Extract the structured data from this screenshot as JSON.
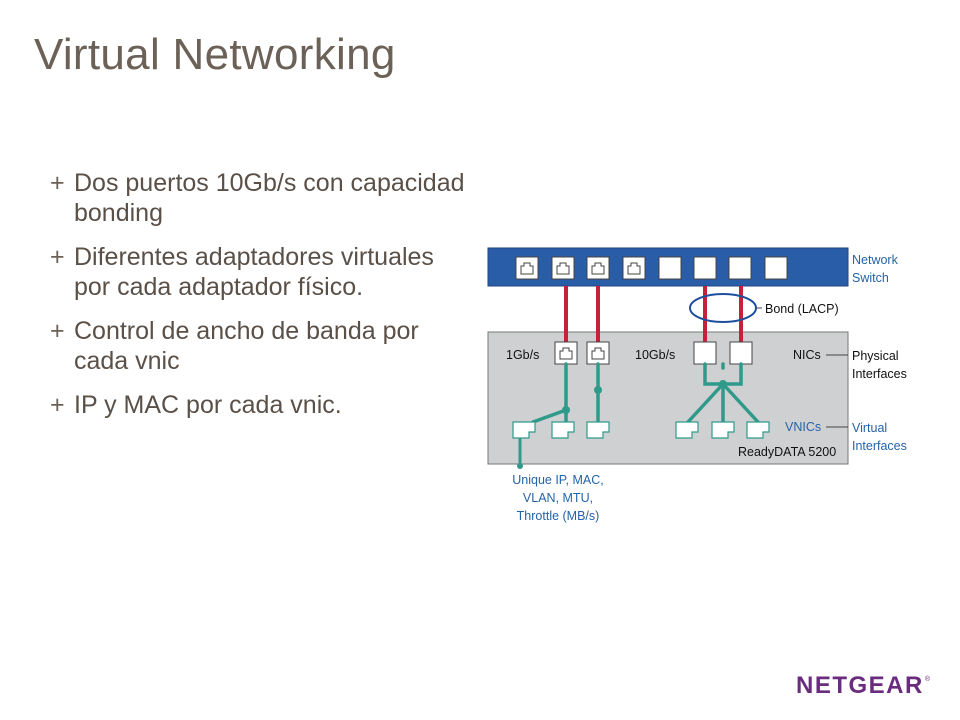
{
  "slide": {
    "title": "Virtual Networking",
    "bullets": [
      {
        "marker": "+",
        "text": "Dos puertos 10Gb/s con capacidad bonding"
      },
      {
        "marker": "+",
        "text": "Diferentes adaptadores virtuales por cada adaptador físico."
      },
      {
        "marker": "+",
        "text": "Control de ancho de banda por cada vnic"
      },
      {
        "marker": "+",
        "text": "IP y MAC por cada vnic."
      }
    ]
  },
  "diagram": {
    "switch_label_1": "Network",
    "switch_label_2": "Switch",
    "bond_label": "Bond (LACP)",
    "port_1g_label": "1Gb/s",
    "port_10g_label": "10Gb/s",
    "nics_label": "NICs",
    "vnics_label": "VNICs",
    "physical_label_1": "Physical",
    "physical_label_2": "Interfaces",
    "virtual_label_1": "Virtual",
    "virtual_label_2": "Interfaces",
    "device_label": "ReadyDATA 5200",
    "vnic_info_1": "Unique IP, MAC,",
    "vnic_info_2": "VLAN, MTU,",
    "vnic_info_3": "Throttle (MB/s)"
  },
  "logo": {
    "text": "NETGEAR",
    "mark": "®"
  },
  "colors": {
    "title": "#6b6157",
    "switch": "#2a5da8",
    "cable": "#c8203a",
    "vnic_link": "#2f9a8a",
    "label_blue": "#2563a8",
    "box_fill": "#cfd0d2",
    "logo": "#6a2c7e"
  }
}
